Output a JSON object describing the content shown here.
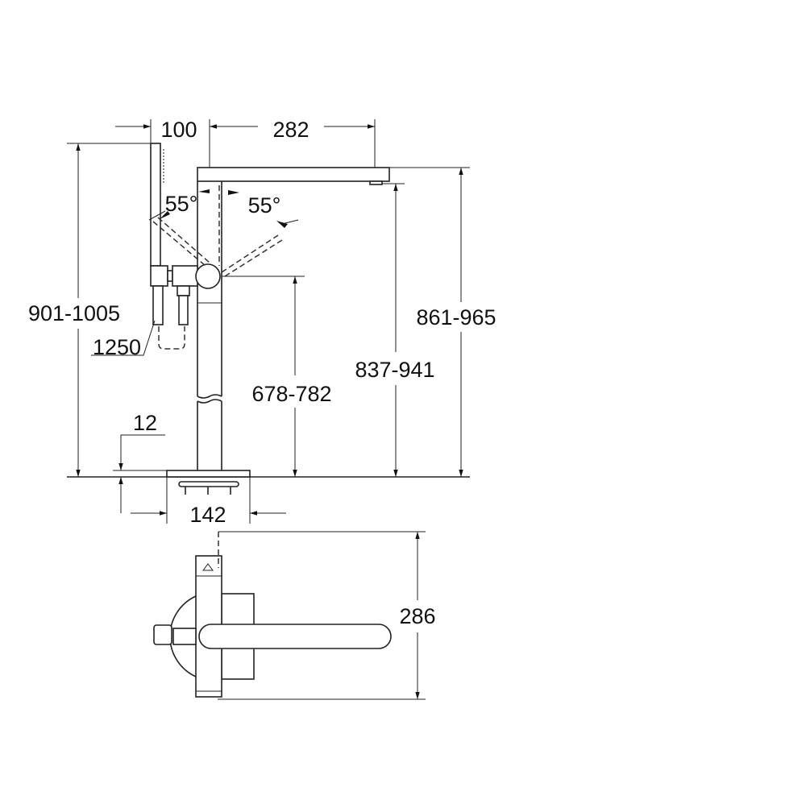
{
  "dimensions": {
    "handshower_offset": "100",
    "spout_reach": "282",
    "angle_left": "55°",
    "angle_right": "55°",
    "total_height": "901-1005",
    "hose_length": "1250",
    "spout_top_height": "861-965",
    "spout_outlet_height": "837-941",
    "valve_height": "678-782",
    "base_thickness": "12",
    "base_width": "142",
    "plan_depth": "286"
  }
}
